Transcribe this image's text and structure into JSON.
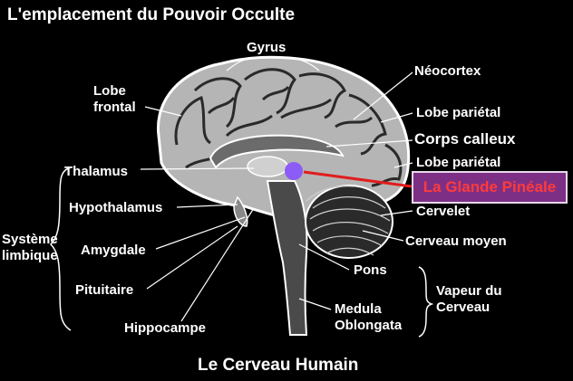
{
  "title": "L'emplacement du Pouvoir Occulte",
  "footer": "Le Cerveau Humain",
  "colors": {
    "background": "#000000",
    "text": "#ffffff",
    "highlight_box": "#7d2f86",
    "highlight_text": "#ff3b3b",
    "pineal_dot": "#8b5cf6",
    "pointer_line": "#e11d1d"
  },
  "labels": {
    "gyrus": "Gyrus",
    "lobe_frontal": "Lobe\nfrontal",
    "neocortex": "Néocortex",
    "lobe_parietal_1": "Lobe pariétal",
    "corps_calleux": "Corps calleux",
    "lobe_parietal_2": "Lobe pariétal",
    "glande_pineale": "La Glande Pinéale",
    "thalamus": "Thalamus",
    "hypothalamus": "Hypothalamus",
    "systeme_limbique": "Système\nlimbique",
    "amygdale": "Amygdale",
    "pituitaire": "Pituitaire",
    "hippocampe": "Hippocampe",
    "cervelet": "Cervelet",
    "cerveau_moyen": "Cerveau moyen",
    "pons": "Pons",
    "medula": "Medula\nOblongata",
    "vapeur": "Vapeur du\nCerveau"
  }
}
